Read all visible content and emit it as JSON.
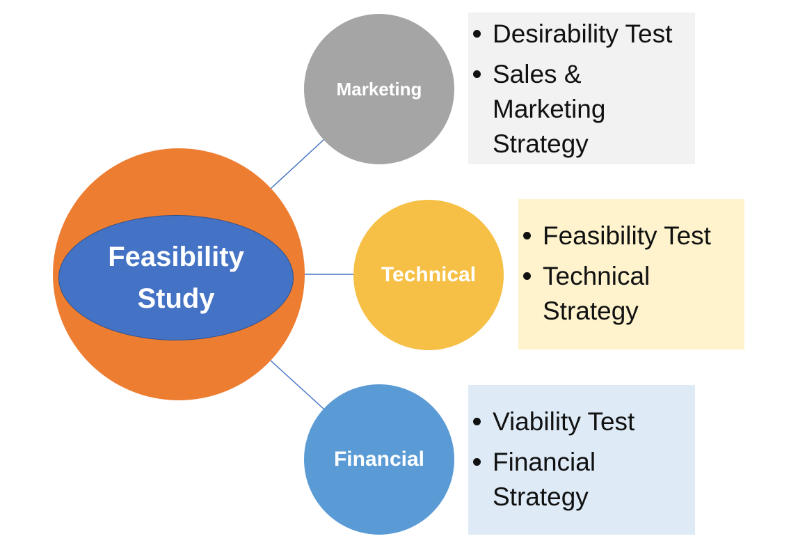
{
  "hub": {
    "label": "Feasibility Study"
  },
  "branches": [
    {
      "label": "Marketing",
      "items": [
        "Desirability Test",
        "Sales & Marketing Strategy"
      ]
    },
    {
      "label": "Technical",
      "items": [
        "Feasibility Test",
        "Technical Strategy"
      ]
    },
    {
      "label": "Financial",
      "items": [
        "Viability Test",
        "Financial Strategy"
      ]
    }
  ],
  "colors": {
    "hub_outer": "#ED7D31",
    "hub_inner": "#4472C4",
    "marketing": "#A5A5A5",
    "technical": "#F6C046",
    "financial": "#5B9BD5",
    "marketing_box": "#F2F2F2",
    "technical_box": "#FEF3CD",
    "financial_box": "#DEEBF7",
    "connector": "#4472C4"
  }
}
